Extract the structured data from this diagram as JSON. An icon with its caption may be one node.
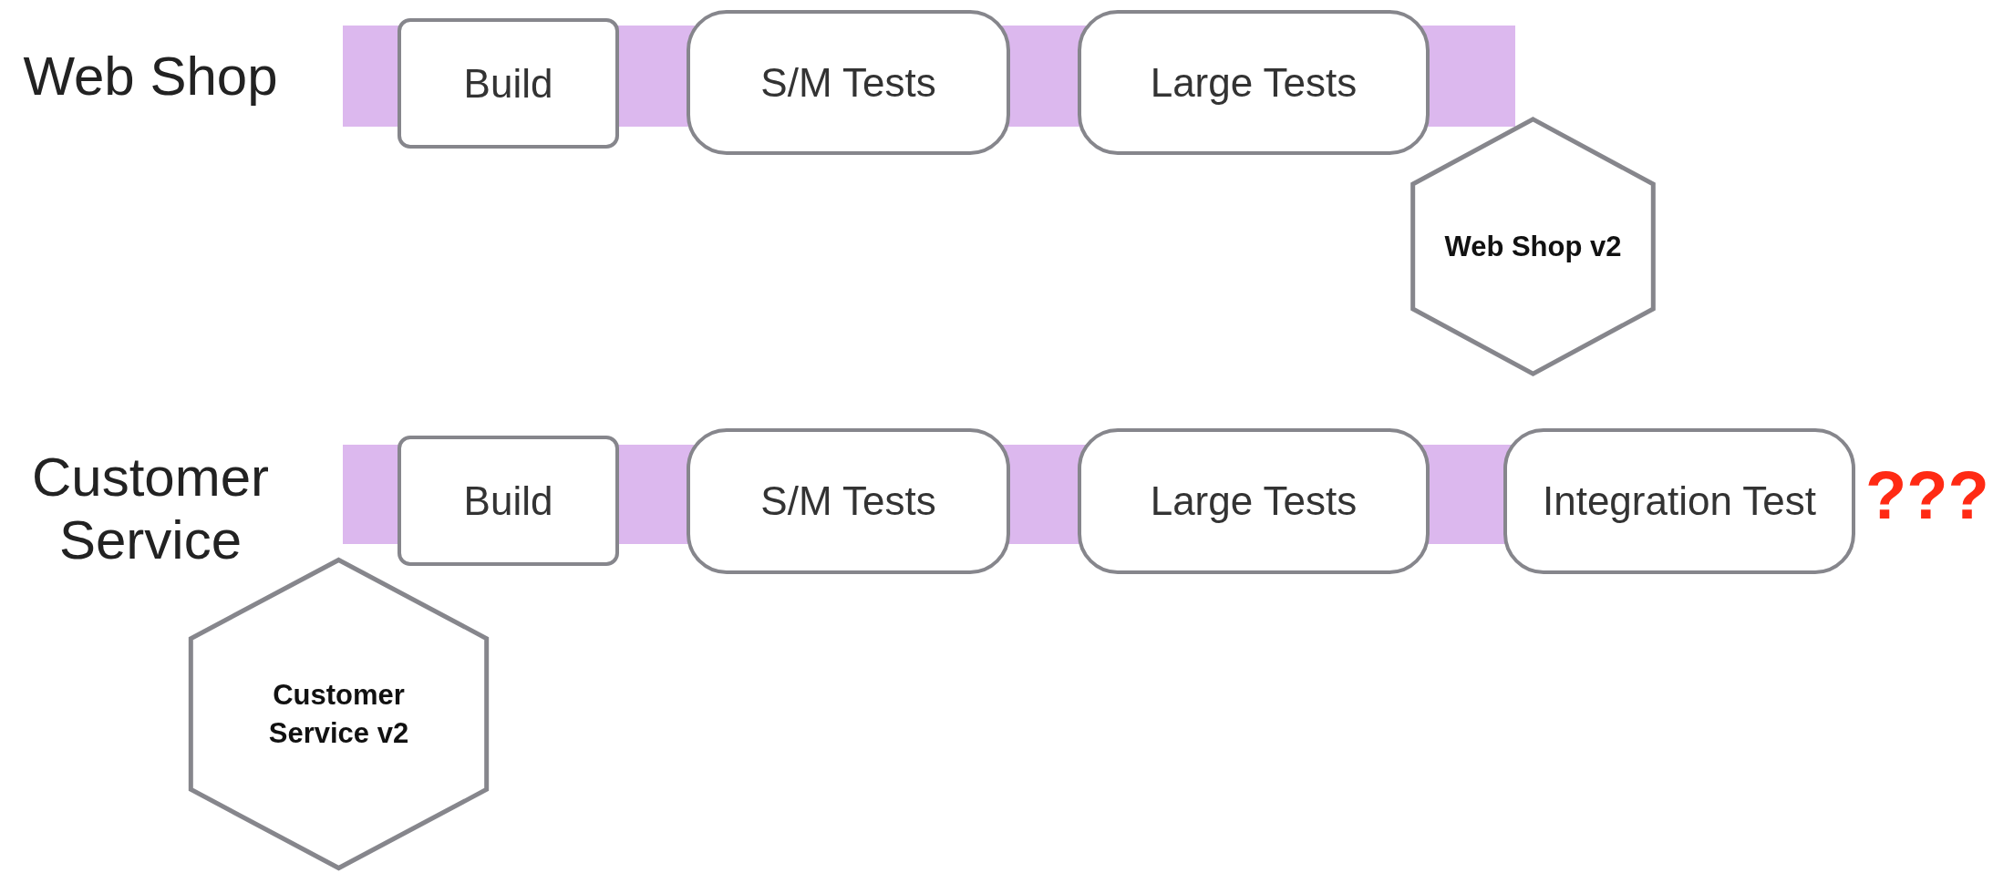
{
  "diagram": {
    "nodes": [
      {
        "text": [
          "Web Shop"
        ]
      },
      {
        "text": [
          "Build"
        ]
      },
      {
        "text": [
          "S/M Tests"
        ]
      },
      {
        "text": [
          "Large Tests"
        ]
      },
      {
        "text": [
          "Web Shop v2"
        ]
      },
      {
        "text": [
          "Customer Service"
        ]
      },
      {
        "text": [
          "Build"
        ]
      },
      {
        "text": [
          "S/M Tests"
        ]
      },
      {
        "text": [
          "Large Tests"
        ]
      },
      {
        "text": [
          "Integration Test"
        ]
      },
      {
        "text": [
          "Customer Service v2"
        ]
      }
    ],
    "edges": [],
    "labels": [
      "???"
    ]
  }
}
